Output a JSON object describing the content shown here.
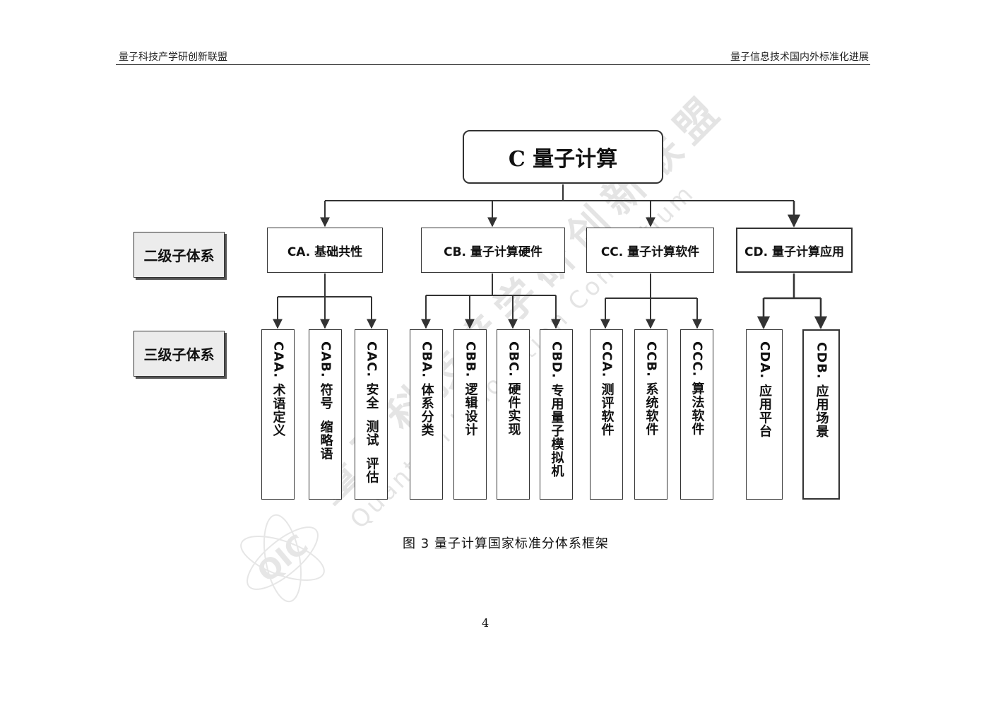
{
  "header": {
    "left": "量子科技产学研创新联盟",
    "right": "量子信息技术国内外标准化进展"
  },
  "diagram": {
    "root": "C 量子计算",
    "level_labels": {
      "second": "二级子体系",
      "third": "三级子体系"
    },
    "second_level": [
      {
        "label": "CA. 基础共性"
      },
      {
        "label": "CB. 量子计算硬件"
      },
      {
        "label": "CC. 量子计算软件"
      },
      {
        "label": "CD. 量子计算应用"
      }
    ],
    "third_level": [
      {
        "label": "CAA. 术语定义"
      },
      {
        "label": "CAB. 符号  缩略语"
      },
      {
        "label": "CAC. 安全  测试  评估"
      },
      {
        "label": "CBA. 体系分类"
      },
      {
        "label": "CBB. 逻辑设计"
      },
      {
        "label": "CBC. 硬件实现"
      },
      {
        "label": "CBD. 专用量子模拟机"
      },
      {
        "label": "CCA. 测评软件"
      },
      {
        "label": "CCB. 系统软件"
      },
      {
        "label": "CCC. 算法软件"
      },
      {
        "label": "CDA. 应用平台"
      },
      {
        "label": "CDB. 应用场景"
      }
    ]
  },
  "watermark": {
    "text_cn": "量子科技产学研创新联盟",
    "text_en": "Quantum Innovation Consortium",
    "logo": "QIC"
  },
  "caption": "图 3 量子计算国家标准分体系框架",
  "page_number": "4"
}
